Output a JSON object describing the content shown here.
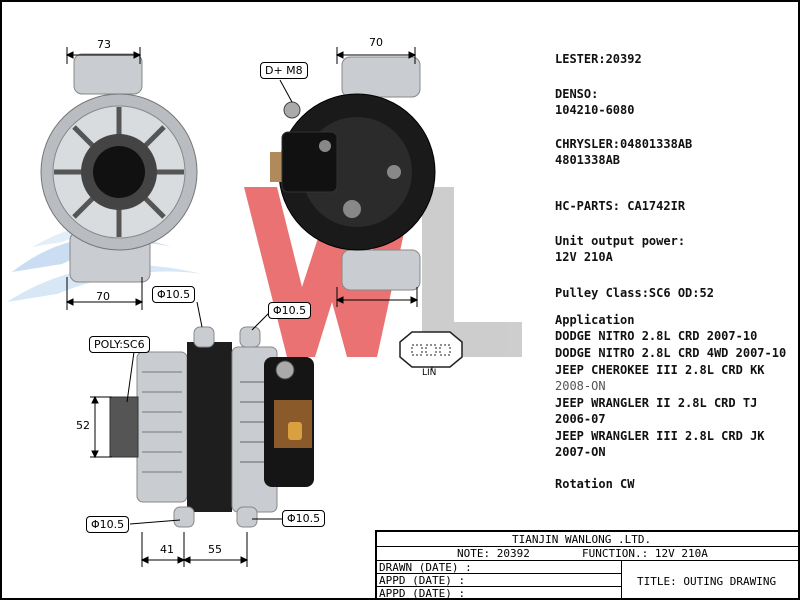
{
  "specs": {
    "lester": "LESTER:20392",
    "denso_label": "DENSO:",
    "denso_value": "104210-6080",
    "chrysler_1": "CHRYSLER:04801338AB",
    "chrysler_2": "4801338AB",
    "hc_parts": "HC-PARTS: CA1742IR",
    "power_label": "Unit  output  power:",
    "power_value": "12V 210A",
    "pulley": "Pulley Class:SC6  OD:52",
    "application_label": "Application",
    "applications": [
      "DODGE NITRO 2.8L CRD 2007-10",
      "DODGE NITRO 2.8L CRD 4WD 2007-10",
      "JEEP CHEROKEE III 2.8L CRD KK",
      "2008-ON",
      "JEEP WRANGLER II 2.8L CRD TJ",
      "2006-07",
      "JEEP WRANGLER III 2.8L CRD JK",
      "2007-ON"
    ],
    "rotation": "Rotation CW"
  },
  "dimensions": {
    "top_left_width": "73",
    "top_right_width": "70",
    "bottom_left_width": "70",
    "height_52": "52",
    "offset_41": "41",
    "offset_55": "55"
  },
  "callouts": {
    "terminal": "D+ M8",
    "hole_left_top": "Φ10.5",
    "hole_right_top": "Φ10.5",
    "pulley": "POLY:SC6",
    "hole_left_bottom": "Φ10.5",
    "hole_right_bottom": "Φ10.5",
    "connector": "LIN"
  },
  "title_block": {
    "company": "TIANJIN WANLONG .LTD.",
    "note": "NOTE: 20392",
    "function": "FUNCTION.: 12V 210A",
    "drawn": "DRAWN  (DATE)  :",
    "appd1": "APPD  (DATE)  :",
    "appd2": "APPD  (DATE)  :",
    "title": "TITLE: OUTING DRAWING"
  },
  "colors": {
    "watermark_red": "#e23c3c",
    "watermark_blue": "#9fc3e8",
    "housing": "#c9ccd0",
    "rear_cover": "#1a1a1a"
  }
}
